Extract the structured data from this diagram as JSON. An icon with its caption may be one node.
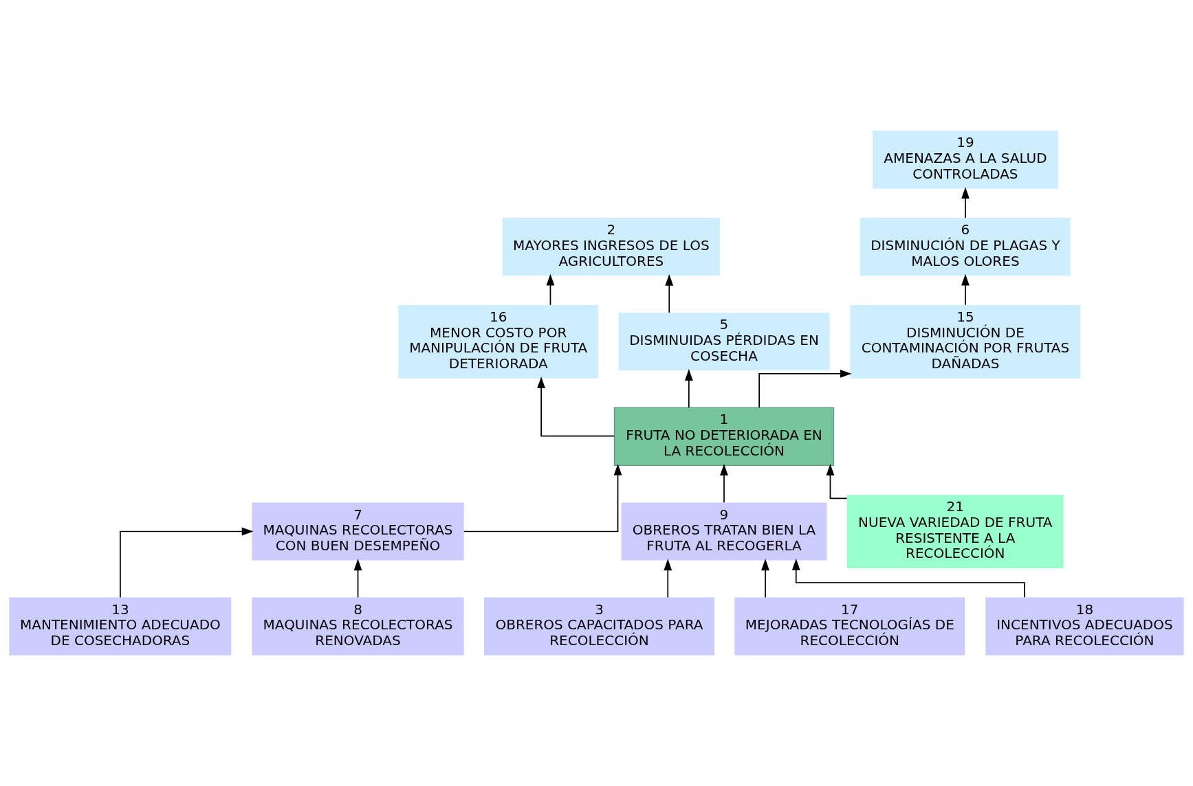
{
  "diagram": {
    "nodes": [
      {
        "text": [
          "19",
          "AMENAZAS A LA SALUD CONTROLADAS"
        ]
      },
      {
        "text": [
          "2",
          "MAYORES INGRESOS DE LOS AGRICULTORES"
        ]
      },
      {
        "text": [
          "6",
          "DISMINUCIÓN DE PLAGAS Y MALOS OLORES"
        ]
      },
      {
        "text": [
          "16",
          "MENOR COSTO POR MANIPULACIÓN DE FRUTA DETERIORADA"
        ]
      },
      {
        "text": [
          "15",
          "DISMINUCIÓN DE CONTAMINACIÓN POR FRUTAS DAÑADAS"
        ]
      },
      {
        "text": [
          "5",
          "DISMINUIDAS PÉRDIDAS EN COSECHA"
        ]
      },
      {
        "text": [
          "1",
          "FRUTA NO DETERIORADA EN LA RECOLECCIÓN"
        ]
      },
      {
        "text": [
          "7",
          "MAQUINAS RECOLECTORAS CON BUEN DESEMPEÑO"
        ]
      },
      {
        "text": [
          "9",
          "OBREROS TRATAN BIEN LA FRUTA AL RECOGERLA"
        ]
      },
      {
        "text": [
          "21",
          "NUEVA VARIEDAD DE FRUTA RESISTENTE A LA RECOLECCIÓN"
        ]
      },
      {
        "text": [
          "13",
          "MANTENIMIENTO ADECUADO DE COSECHADORAS"
        ]
      },
      {
        "text": [
          "8",
          "MAQUINAS RECOLECTORAS RENOVADAS"
        ]
      },
      {
        "text": [
          "3",
          "OBREROS CAPACITADOS PARA RECOLECCIÓN"
        ]
      },
      {
        "text": [
          "17",
          "MEJORADAS TECNOLOGÍAS DE RECOLECCIÓN"
        ]
      },
      {
        "text": [
          "18",
          "INCENTIVOS ADECUADOS PARA RECOLECCIÓN"
        ]
      }
    ],
    "edges": [
      {
        "from": 2,
        "to": 0,
        "arrow": "to"
      },
      {
        "from": 4,
        "to": 2,
        "arrow": "to"
      },
      {
        "from": 5,
        "to": 1,
        "arrow": "to"
      },
      {
        "from": 3,
        "to": 1,
        "arrow": "to"
      },
      {
        "from": 6,
        "to": 4,
        "arrow": "to"
      },
      {
        "from": 6,
        "to": 5,
        "arrow": "to"
      },
      {
        "from": 6,
        "to": 3,
        "arrow": "to"
      },
      {
        "from": 7,
        "to": 6,
        "arrow": "to"
      },
      {
        "from": 8,
        "to": 6,
        "arrow": "to"
      },
      {
        "from": 9,
        "to": 6,
        "arrow": "to"
      },
      {
        "from": 10,
        "to": 7,
        "arrow": "to"
      },
      {
        "from": 11,
        "to": 7,
        "arrow": "to"
      },
      {
        "from": 12,
        "to": 8,
        "arrow": "to"
      },
      {
        "from": 13,
        "to": 8,
        "arrow": "to"
      },
      {
        "from": 14,
        "to": 8,
        "arrow": "to"
      }
    ]
  }
}
